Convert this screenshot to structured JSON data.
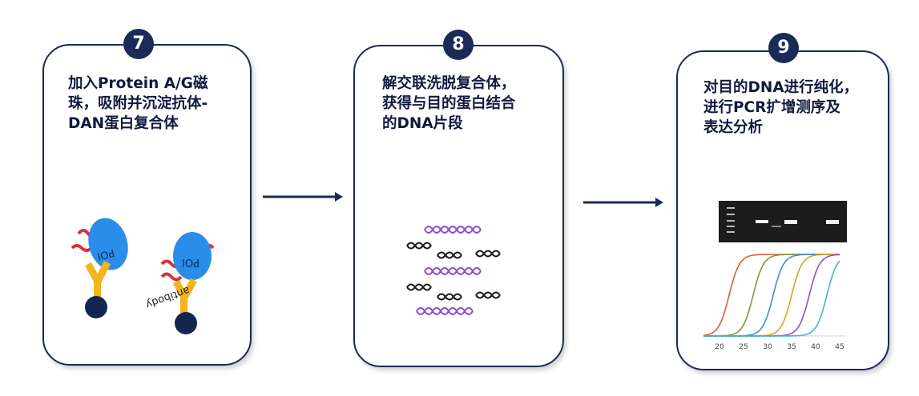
{
  "steps": [
    {
      "number": "7",
      "title_lines": [
        "加入Protein A/G磁",
        "珠，吸附并沉淀抗体-",
        "DAN蛋白复合体"
      ]
    },
    {
      "number": "8",
      "title_lines": [
        "解交联洗脱复合体，",
        "获得与目的蛋白结合",
        "的DNA片段"
      ]
    },
    {
      "number": "9",
      "title_lines": [
        "对目的DNA进行纯化，",
        "进行PCR扩增测序及",
        "表达分析"
      ]
    }
  ],
  "labels": {
    "poi": "POI",
    "antibody": "antibody"
  },
  "qpcr_axis": {
    "ticks": [
      "20",
      "25",
      "30",
      "35",
      "40",
      "45"
    ]
  },
  "colors": {
    "navy": "#1b2a56",
    "bead": "#12264f",
    "protein": "#2a8ee8",
    "antibody": "#f2b51c",
    "crosslink": "#d8323a",
    "dna_purple": "#8a4fc8",
    "dna_black": "#1a1a1a",
    "gel_bg": "#1c1c1c",
    "curves": [
      "#d4603a",
      "#7c9a3a",
      "#3a8ed4",
      "#e0a020",
      "#9050c0",
      "#40b8c8"
    ]
  }
}
